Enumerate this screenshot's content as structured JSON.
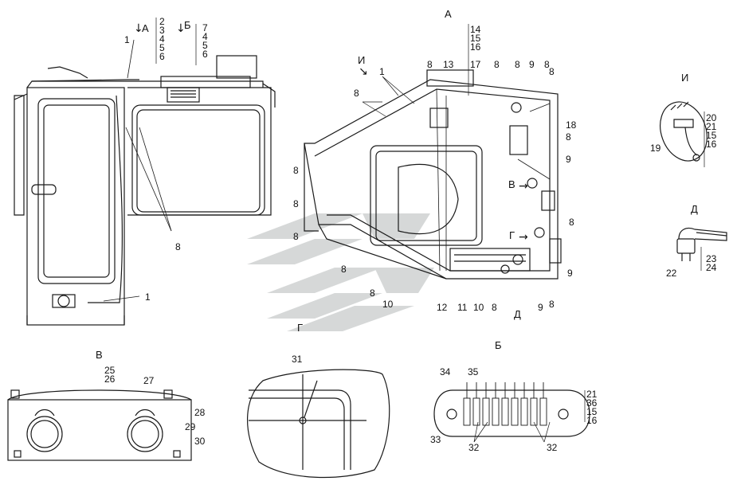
{
  "views": {
    "A": "А",
    "B": "Б",
    "V": "В",
    "G": "Г",
    "D": "Д",
    "I": "И"
  },
  "icons": {
    "down_arrow": "↓",
    "right_arrow": "→",
    "diag_arrow": "↘"
  },
  "stacks": {
    "top_left_a": [
      "2",
      "3",
      "4",
      "5",
      "6"
    ],
    "top_left_b": [
      "7",
      "4",
      "5",
      "6"
    ],
    "top_mid": [
      "14",
      "15",
      "16"
    ],
    "view_i_right": [
      "20",
      "21",
      "15",
      "16"
    ],
    "view_d_right": [
      "23",
      "24"
    ],
    "view_v_top": [
      "25",
      "26"
    ],
    "view_b_right": [
      "21",
      "36",
      "15",
      "16"
    ]
  },
  "labels": {
    "n1a": "1",
    "n1b": "1",
    "n1c": "1",
    "n8_leftcab": "8",
    "n8_a": "8",
    "n8_b": "8",
    "n8_c": "8",
    "n8_d": "8",
    "n8_e": "8",
    "n8_f": "8",
    "n8_g": "8",
    "n8_h": "8",
    "n8_i": "8",
    "n8_j": "8",
    "n8_k": "8",
    "n8_l": "8",
    "n8_m": "8",
    "n8_n": "8",
    "n8_o": "8",
    "n9_a": "9",
    "n9_b": "9",
    "n9_c": "9",
    "n9_d": "9",
    "n10_a": "10",
    "n10_b": "10",
    "n11": "11",
    "n12": "12",
    "n13": "13",
    "n17": "17",
    "n18": "18",
    "n19": "19",
    "n22": "22",
    "n27": "27",
    "n28": "28",
    "n29": "29",
    "n30": "30",
    "n31": "31",
    "n32a": "32",
    "n32b": "32",
    "n33": "33",
    "n34": "34",
    "n35": "35"
  },
  "colors": {
    "line": "#1a1a1a",
    "watermark": "#c9cccc"
  }
}
